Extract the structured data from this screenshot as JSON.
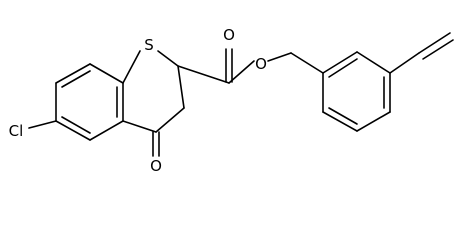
{
  "molecule": {
    "atom_labels": {
      "sulfur": "S",
      "ester_oxygen": "O",
      "carbonyl_oxygen_ester": "O",
      "ketone_oxygen": "O",
      "chlorine": "Cl"
    },
    "colors": {
      "bond": "#000000",
      "label": "#000000",
      "background": "#ffffff"
    }
  }
}
